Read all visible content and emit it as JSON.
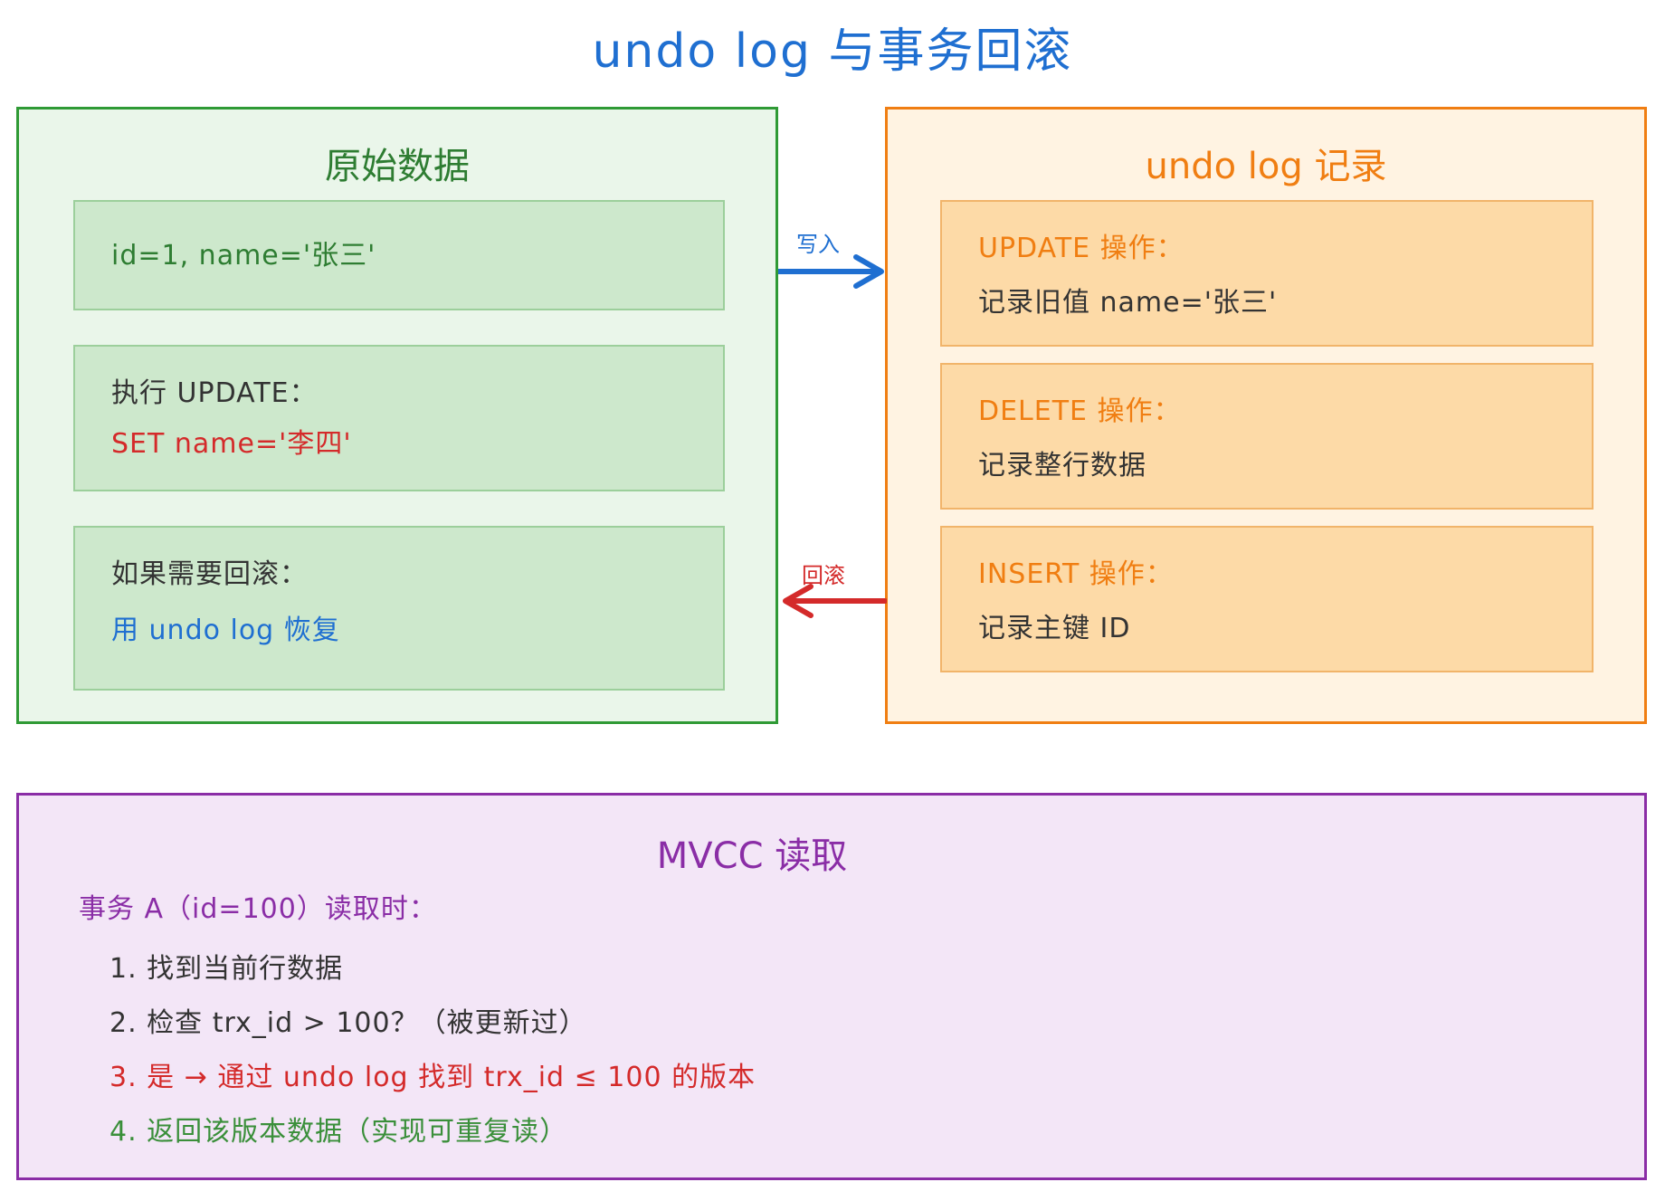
{
  "title": "undo log 与事务回滚",
  "colors": {
    "title_blue": "#1f6fd1",
    "green_border": "#2f9a35",
    "orange_border": "#f07e12",
    "purple_border": "#8a2da6",
    "red": "#d42a2a"
  },
  "original": {
    "title": "原始数据",
    "card1": {
      "line1": "id=1, name='张三'"
    },
    "card2": {
      "line1": "执行 UPDATE：",
      "line2": "SET name='李四'"
    },
    "card3": {
      "line1": "如果需要回滚：",
      "line2": "用 undo log 恢复"
    }
  },
  "undo": {
    "title": "undo log 记录",
    "update": {
      "heading": "UPDATE 操作：",
      "detail": "记录旧值 name='张三'"
    },
    "delete": {
      "heading": "DELETE 操作：",
      "detail": "记录整行数据"
    },
    "insert": {
      "heading": "INSERT 操作：",
      "detail": "记录主键 ID"
    }
  },
  "arrows": {
    "write_label": "写入",
    "rollback_label": "回滚"
  },
  "mvcc": {
    "title": "MVCC 读取",
    "intro": "事务 A（id=100）读取时：",
    "steps": [
      "1. 找到当前行数据",
      "2. 检查 trx_id > 100？（被更新过）",
      "3. 是 → 通过 undo log 找到 trx_id ≤ 100 的版本",
      "4. 返回该版本数据（实现可重复读）"
    ]
  }
}
